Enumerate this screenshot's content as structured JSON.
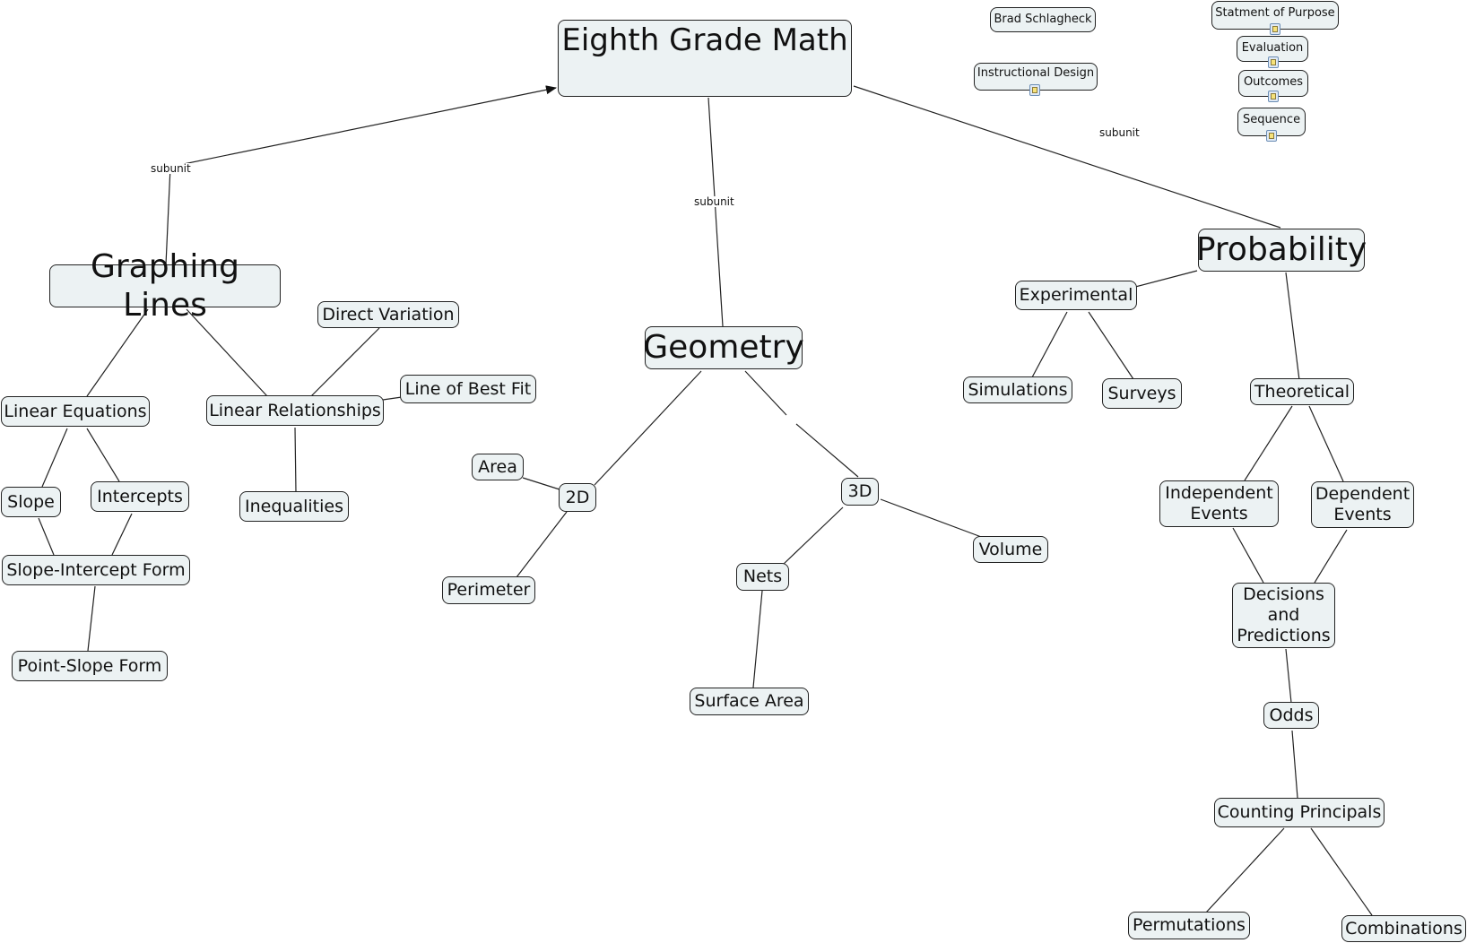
{
  "concept_map": {
    "root": "Eighth Grade Math",
    "author": "Brad Schlagheck",
    "resources": [
      "Instructional Design",
      "Statment of Purpose",
      "Evaluation",
      "Outcomes",
      "Sequence"
    ],
    "link_label": "subunit",
    "branches": {
      "graphing_lines": {
        "title": "Graphing Lines",
        "linear_equations": "Linear Equations",
        "slope": "Slope",
        "intercepts": "Intercepts",
        "slope_intercept_form": "Slope-Intercept Form",
        "point_slope_form": "Point-Slope Form",
        "linear_relationships": "Linear Relationships",
        "direct_variation": "Direct Variation",
        "line_of_best_fit": "Line of Best Fit",
        "inequalities": "Inequalities"
      },
      "geometry": {
        "title": "Geometry",
        "two_d": "2D",
        "area": "Area",
        "perimeter": "Perimeter",
        "three_d": "3D",
        "nets": "Nets",
        "surface_area": "Surface Area",
        "volume": "Volume"
      },
      "probability": {
        "title": "Probability",
        "experimental": "Experimental",
        "simulations": "Simulations",
        "surveys": "Surveys",
        "theoretical": "Theoretical",
        "independent_events": "Independent\nEvents",
        "dependent_events": "Dependent\nEvents",
        "decisions_and_predictions": "Decisions\nand\nPredictions",
        "odds": "Odds",
        "counting_principals": "Counting Principals",
        "permutations": "Permutations",
        "combinations": "Combinations"
      }
    }
  }
}
